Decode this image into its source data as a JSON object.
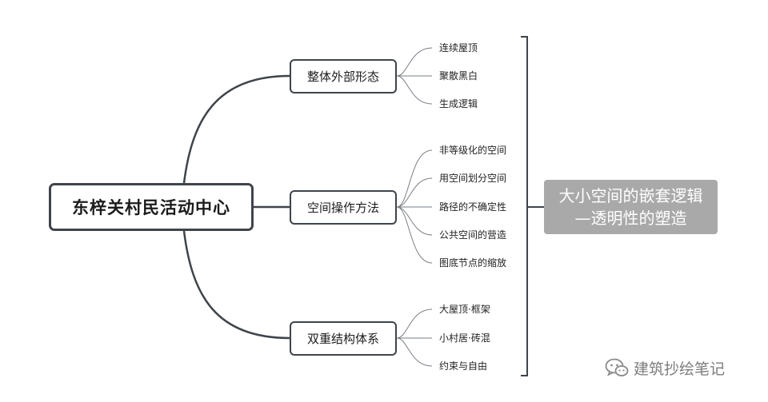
{
  "mindmap": {
    "root": "东梓关村民活动中心",
    "branches": [
      {
        "label": "整体外部形态",
        "leaves": [
          "连续屋顶",
          "聚散黑白",
          "生成逻辑"
        ]
      },
      {
        "label": "空间操作方法",
        "leaves": [
          "非等级化的空间",
          "用空间划分空间",
          "路径的不确定性",
          "公共空间的营造",
          "图底节点的缩放"
        ]
      },
      {
        "label": "双重结构体系",
        "leaves": [
          "大屋顶·框架",
          "小村居·砖混",
          "约束与自由"
        ]
      }
    ],
    "summary": {
      "line1": "大小空间的嵌套逻辑",
      "line2": "—透明性的塑造"
    }
  },
  "watermark": {
    "text": "建筑抄绘笔记",
    "icon": "wechat-icon"
  },
  "colors": {
    "line": "#3f444b",
    "summary_bg": "#a9a9a9",
    "summary_text": "#ffffff",
    "watermark": "#7d7d7d"
  }
}
